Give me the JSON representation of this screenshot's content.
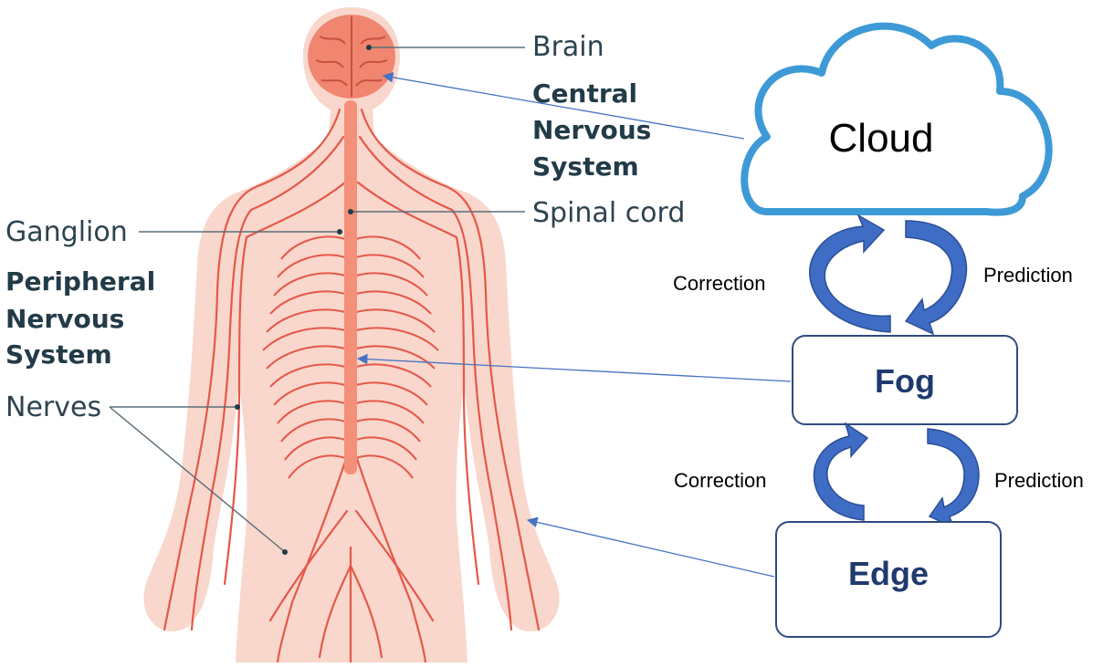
{
  "anatomy": {
    "brain": "Brain",
    "cns": [
      "Central",
      "Nervous",
      "System"
    ],
    "spinal_cord": "Spinal cord",
    "ganglion": "Ganglion",
    "pns": [
      "Peripheral",
      "Nervous",
      "System"
    ],
    "nerves": "Nerves"
  },
  "tiers": {
    "cloud": "Cloud",
    "fog": "Fog",
    "edge": "Edge"
  },
  "cycles": {
    "upper": {
      "left": "Correction",
      "right": "Prediction"
    },
    "lower": {
      "left": "Correction",
      "right": "Prediction"
    }
  },
  "colors": {
    "body_skin": "#f9d7cc",
    "nerve": "#e5584a",
    "spinal": "#f4907a",
    "brain": "#f08570",
    "cloud_stroke": "#3d9ad6",
    "cycle_arrow": "#3f6cc4",
    "box_stroke": "#2f4a80",
    "pointer": "#4472c4"
  }
}
